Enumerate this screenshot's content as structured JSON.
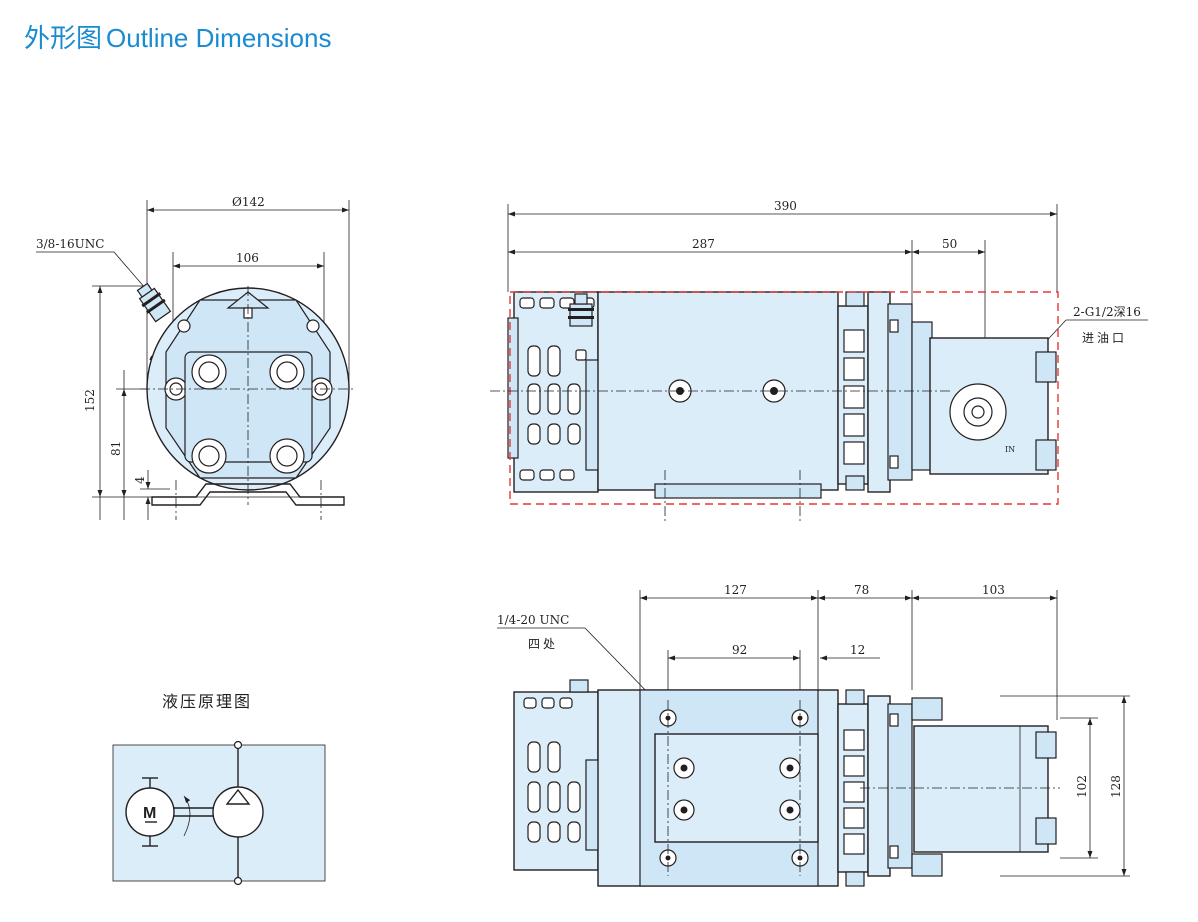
{
  "title": {
    "zh": "外形图",
    "en": "Outline Dimensions"
  },
  "colors": {
    "title": "#1a8bd0",
    "body_fill": "#dcedfa",
    "highlight": "#e53935",
    "line": "#231f20"
  },
  "front_view": {
    "dim_diameter": "Ø142",
    "dim_106": "106",
    "thread": "3/8-16UNC",
    "dim_152": "152",
    "dim_81": "81",
    "dim_4": "4"
  },
  "side_view": {
    "dim_390": "390",
    "dim_287": "287",
    "dim_50": "50",
    "port_spec": "2-G1/2深16",
    "port_name": "进油口",
    "in_mark": "IN"
  },
  "top_view": {
    "dim_127": "127",
    "dim_78": "78",
    "dim_103": "103",
    "dim_92": "92",
    "dim_12": "12",
    "dim_102": "102",
    "dim_128": "128",
    "thread": "1/4-20 UNC",
    "qty": "四处"
  },
  "schematic": {
    "caption": "液压原理图",
    "motor_label": "M"
  }
}
